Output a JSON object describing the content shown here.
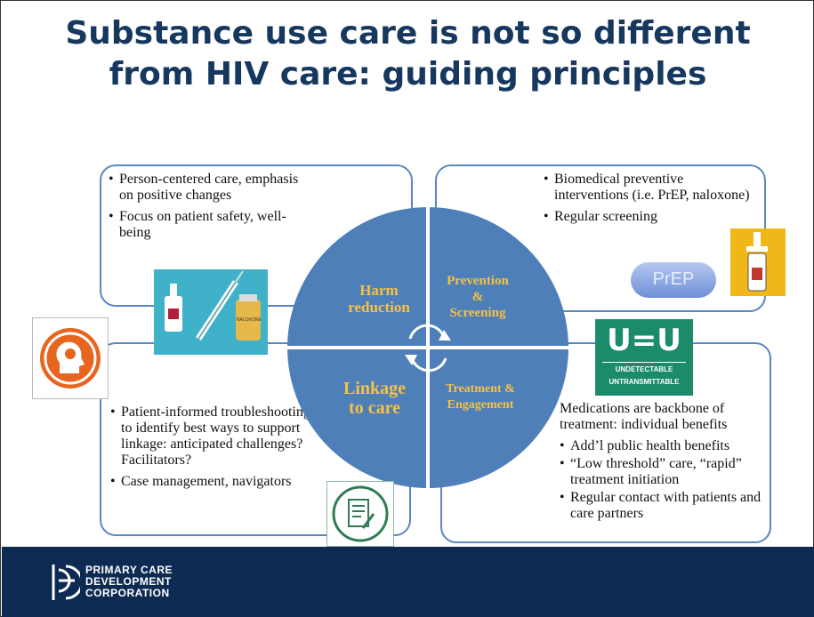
{
  "title": "Substance use care is not so different from HIV care: guiding principles",
  "quadrants": {
    "top_left": {
      "label": "Harm reduction",
      "bullets": [
        "Person-centered care, emphasis on positive changes",
        "Focus on patient safety, well-being"
      ]
    },
    "top_right": {
      "label_line1": "Prevention",
      "label_line2": "&",
      "label_line3": "Screening",
      "bullets": [
        "Biomedical preventive interventions (i.e. PrEP, naloxone)",
        "Regular screening"
      ]
    },
    "bottom_left": {
      "label_line1": "Linkage",
      "label_line2": "to care",
      "bullets": [
        "Patient-informed troubleshooting to identify best ways to support linkage: anticipated challenges? Facilitators?",
        "Case management, navigators"
      ]
    },
    "bottom_right": {
      "label_line1": "Treatment &",
      "label_line2": "Engagement",
      "intro": "Medications are backbone of treatment: individual benefits",
      "bullets": [
        "Add’l public health benefits",
        "“Low threshold” care, “rapid” treatment initiation",
        "Regular contact with patients and care partners"
      ]
    }
  },
  "images": {
    "prep_pill_text": "PrEP",
    "uu_big": "U=U",
    "uu_line1": "UNDETECTABLE",
    "uu_line2": "UNTRANSMITTABLE",
    "vial_label": "NALOXONE"
  },
  "footer": {
    "line1": "PRIMARY CARE",
    "line2": "DEVELOPMENT",
    "line3": "CORPORATION"
  },
  "colors": {
    "title": "#16375e",
    "circle": "#4f7fb9",
    "box_border": "#5b86c0",
    "label": "#f5c242",
    "footer": "#0d2b52"
  }
}
